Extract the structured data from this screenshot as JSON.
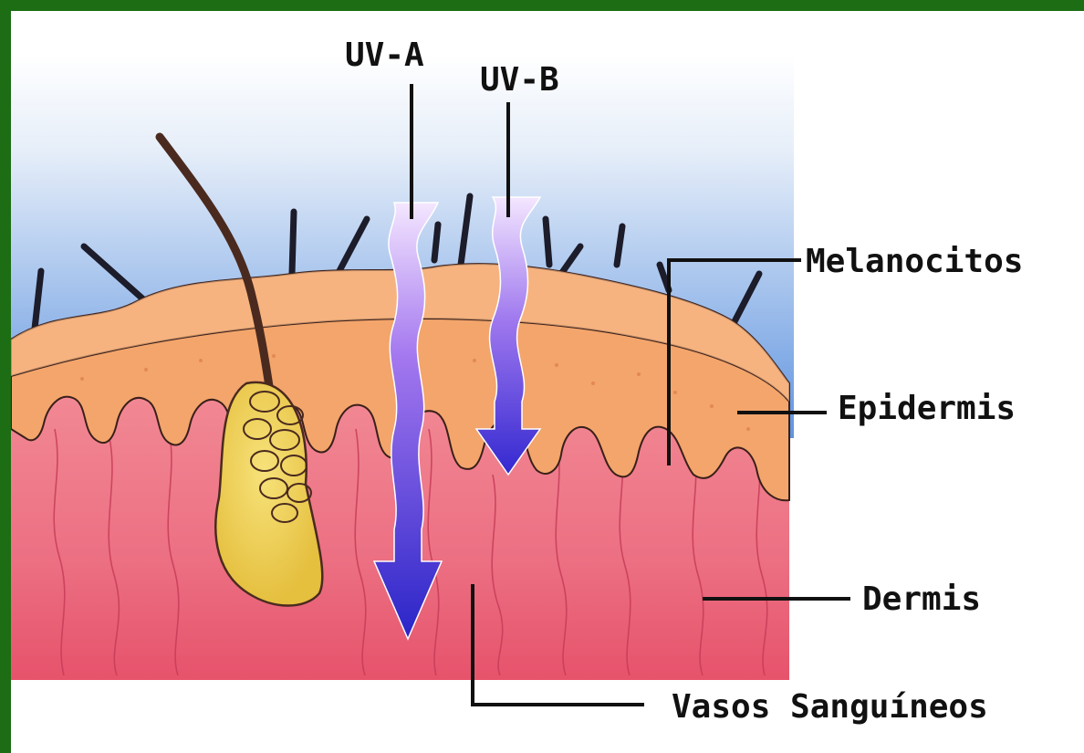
{
  "labels": {
    "uva": "UV-A",
    "uvb": "UV-B",
    "melanocitos": "Melanocitos",
    "epidermis": "Epidermis",
    "dermis": "Dermis",
    "vasos": "Vasos Sanguíneos"
  },
  "colors": {
    "frame": "#1c6d14",
    "sky_top": "#ffffff",
    "sky_bottom": "#5f94df",
    "epidermis": "#f3a56b",
    "dermis": "#ec6f82",
    "gland": "#f1d35c",
    "uv_arrow": "#3a2fd6"
  }
}
